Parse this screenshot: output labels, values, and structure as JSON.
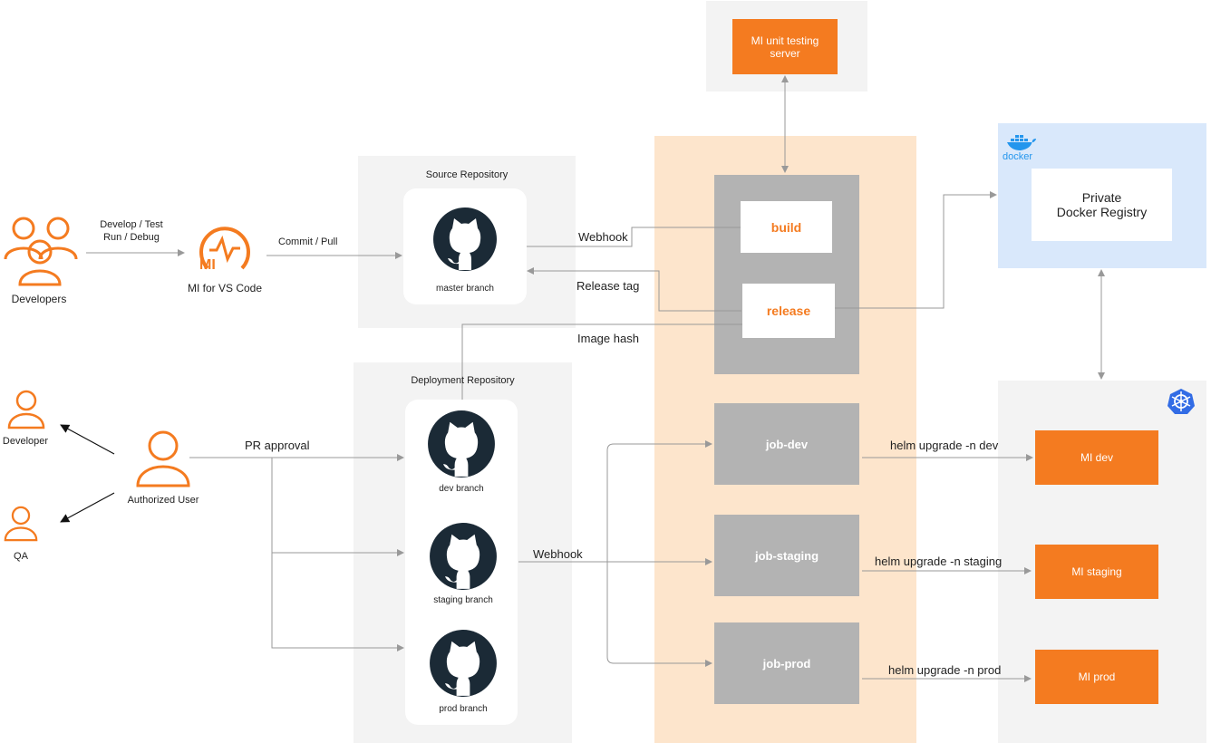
{
  "developers": {
    "label": "Developers"
  },
  "develop_flow": {
    "line1": "Develop / Test",
    "line2": "Run / Debug"
  },
  "mi_vscode": {
    "logo": "MI",
    "label": "MI for VS Code"
  },
  "commit_pull": "Commit / Pull",
  "source_repo": {
    "title": "Source Repository",
    "branch": "master branch"
  },
  "deployment_repo": {
    "title": "Deployment Repository",
    "branches": [
      "dev branch",
      "staging branch",
      "prod branch"
    ]
  },
  "unit_test_server": {
    "line1": "MI unit testing",
    "line2": "server"
  },
  "build": "build",
  "release": "release",
  "edges": {
    "webhook_top": "Webhook",
    "release_tag": "Release tag",
    "image_hash": "Image hash",
    "pr_approval": "PR approval",
    "webhook_bottom": "Webhook",
    "helm_dev": "helm upgrade -n dev",
    "helm_staging": "helm upgrade -n staging",
    "helm_prod": "helm upgrade -n prod"
  },
  "docker": {
    "brand": "docker",
    "line1": "Private",
    "line2": "Docker Registry"
  },
  "jobs": {
    "dev": "job-dev",
    "staging": "job-staging",
    "prod": "job-prod"
  },
  "targets": {
    "dev": "MI dev",
    "staging": "MI staging",
    "prod": "MI prod"
  },
  "people": {
    "developer": "Developer",
    "qa": "QA",
    "authorized": "Authorized User"
  },
  "colors": {
    "accent": "#f47b20",
    "github": "#1b2a36",
    "k8s": "#326ce5",
    "docker": "#2496ed"
  }
}
